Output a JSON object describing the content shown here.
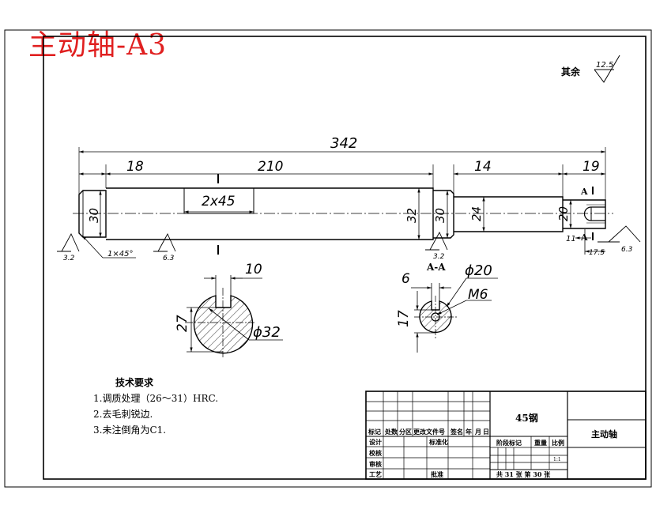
{
  "drawing_title": "主动轴-A3",
  "surface_finish": {
    "label": "其余",
    "value": "12.5"
  },
  "dimensions": {
    "total_length": "342",
    "len_18": "18",
    "len_210": "210",
    "len_14": "14",
    "len_19": "19",
    "chamfer_2x45": "2x45",
    "dia_30_left": "30",
    "dia_32": "32",
    "dia_30_right": "30",
    "dia_24": "24",
    "dia_20": "20",
    "len_11": "11",
    "len_17_5": "17.5",
    "chamfer_1x45": "1×45°",
    "key_width_10": "10",
    "key_depth_27": "27",
    "section_dia_32": "ϕ32",
    "hole_6": "6",
    "dia_20_section": "ϕ20",
    "thread_m6": "M6",
    "depth_17": "17"
  },
  "roughness": {
    "left": "3.2",
    "mid": "6.3",
    "right": "3.2",
    "far_right": "6.3"
  },
  "section_labels": {
    "a": "A",
    "a_a": "A-A"
  },
  "tech_requirements": {
    "title": "技术要求",
    "items": [
      "1.调质处理（26～31）HRC.",
      "2.去毛刺锐边.",
      "3.未注倒角为C1."
    ]
  },
  "title_block": {
    "material": "45钢",
    "part_name": "主动轴",
    "header_labels": [
      "标记",
      "处数",
      "分区",
      "更改文件号",
      "签名",
      "年",
      "月",
      "日"
    ],
    "row_labels": [
      "设计",
      "校核",
      "审核",
      "工艺"
    ],
    "standardize": "标准化",
    "approve": "批准",
    "stage_mark": "阶段标记",
    "weight": "重量",
    "scale": "比例",
    "scale_value": "1:1",
    "sheets": "共 31 张 第 30 张"
  }
}
